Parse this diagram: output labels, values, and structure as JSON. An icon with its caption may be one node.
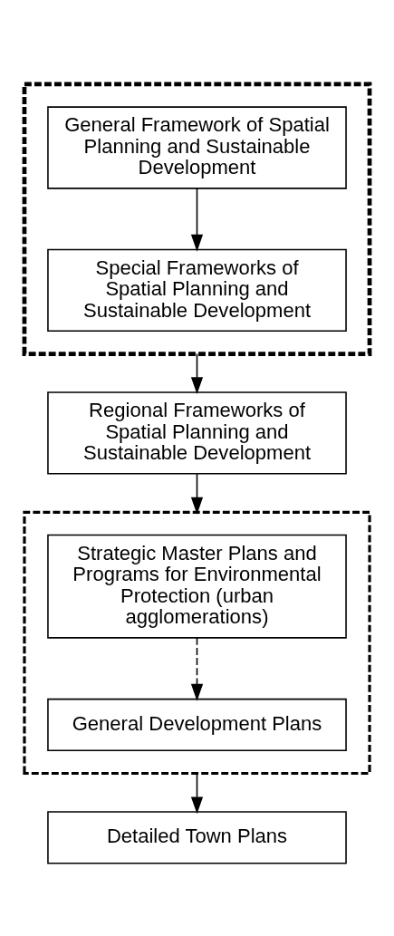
{
  "diagram": {
    "nodes": [
      {
        "text": [],
        "shape": "box"
      },
      {
        "text": [
          "General Framework of Spatial Planning and Sustainable Development"
        ],
        "in": 0
      },
      {
        "text": [
          "Special Frameworks of Spatial Planning and Sustainable Development"
        ],
        "in": 0
      },
      {
        "text": [
          "Regional Frameworks of Spatial Planning and Sustainable Development"
        ]
      },
      {
        "text": [],
        "shape": "box"
      },
      {
        "text": [
          "Strategic Master Plans and Programs for Environmental Protection (urban agglomerations)"
        ],
        "in": 4
      },
      {
        "text": [
          "General Development Plans"
        ],
        "in": 4
      },
      {
        "text": [
          "Detailed Town Plans"
        ]
      }
    ],
    "edges": [
      {
        "from": 1,
        "to": 2,
        "arrow": "to"
      },
      {
        "from": 0,
        "to": 3,
        "arrow": "to"
      },
      {
        "from": 3,
        "to": 4,
        "arrow": "to"
      },
      {
        "from": 5,
        "to": 6,
        "arrow": "to",
        "style": "dashed"
      },
      {
        "from": 4,
        "to": 7,
        "arrow": "to"
      }
    ]
  }
}
